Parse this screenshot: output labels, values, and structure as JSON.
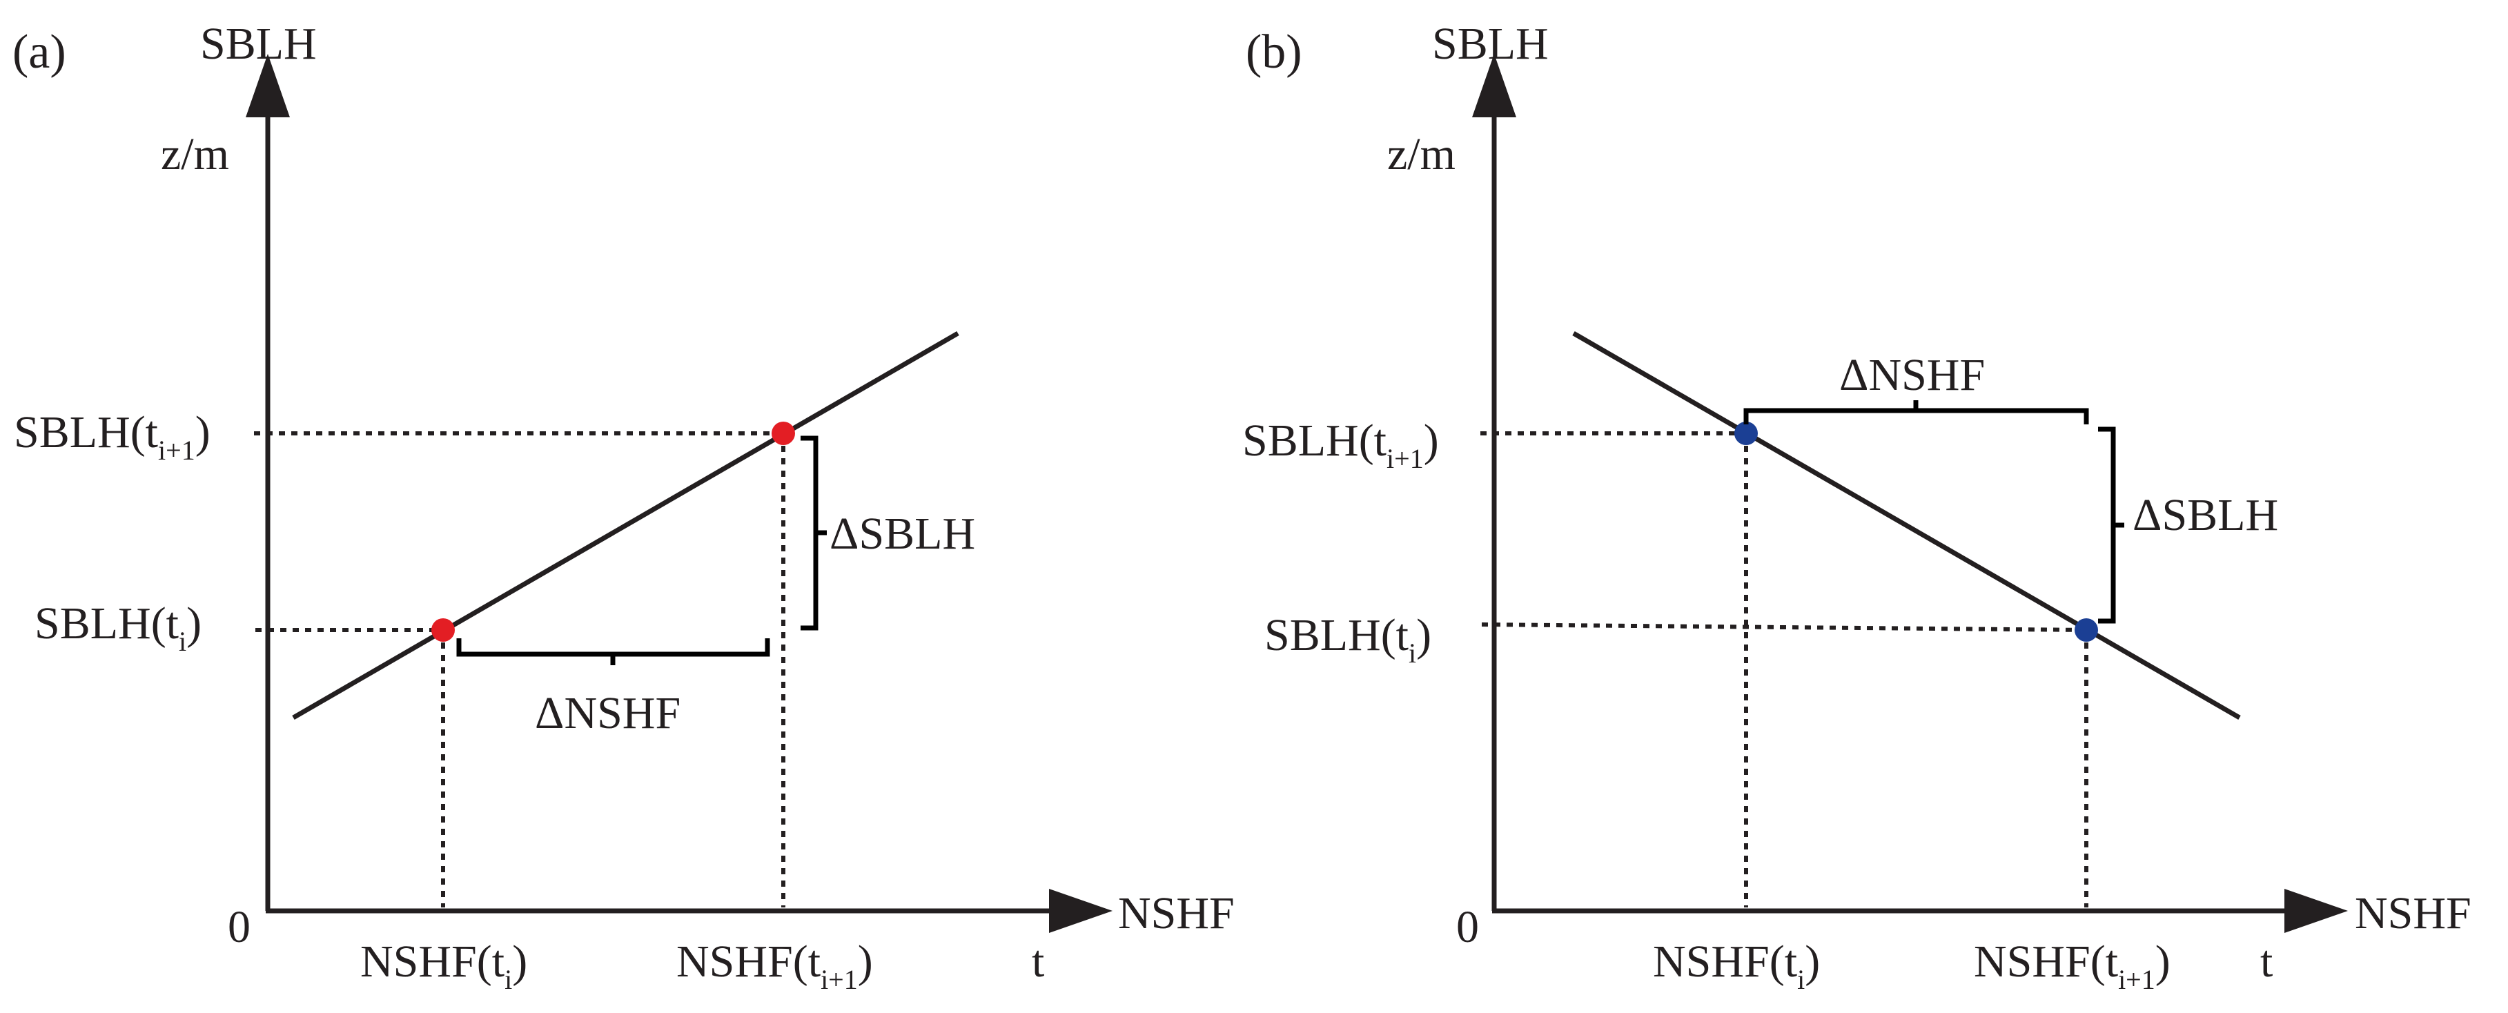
{
  "panels": [
    {
      "id": "a",
      "label": "(a)",
      "y_axis_title": "SBLH",
      "y_axis_unit": "z/m",
      "origin_label": "0",
      "x_axis_title": "NSHF",
      "x_axis_sublabel": "t",
      "trend": "increasing",
      "point_color": "#e31e24",
      "y_tick_lower": {
        "main": "SBLH(t",
        "sub": "i",
        "close": ")"
      },
      "y_tick_upper": {
        "main": "SBLH(t",
        "sub": "i+1",
        "close": ")"
      },
      "x_tick_left": {
        "main": "NSHF(t",
        "sub": "i",
        "close": ")"
      },
      "x_tick_right": {
        "main": "NSHF(t",
        "sub": "i+1",
        "close": ")"
      },
      "delta_x_label": "ΔNSHF",
      "delta_y_label": "ΔSBLH"
    },
    {
      "id": "b",
      "label": "(b)",
      "y_axis_title": "SBLH",
      "y_axis_unit": "z/m",
      "origin_label": "0",
      "x_axis_title": "NSHF",
      "x_axis_sublabel": "t",
      "trend": "decreasing",
      "point_color": "#1b3f94",
      "y_tick_upper": {
        "main": "SBLH(t",
        "sub": "i+1",
        "close": ")"
      },
      "y_tick_lower": {
        "main": "SBLH(t",
        "sub": "i",
        "close": ")"
      },
      "x_tick_left": {
        "main": "NSHF(t",
        "sub": "i",
        "close": ")"
      },
      "x_tick_right": {
        "main": "NSHF(t",
        "sub": "i+1",
        "close": ")"
      },
      "delta_x_label": "ΔNSHF",
      "delta_y_label": "ΔSBLH"
    }
  ]
}
